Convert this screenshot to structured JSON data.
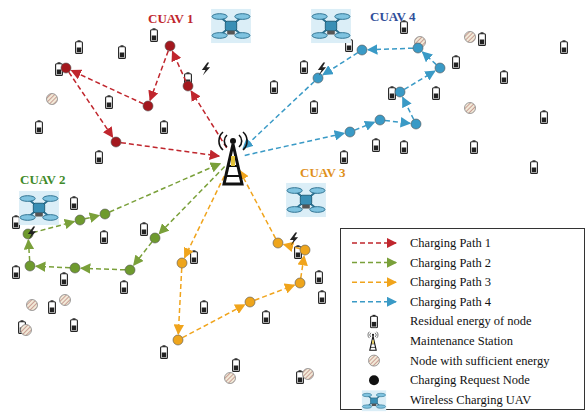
{
  "diagram": {
    "labels": [
      "CUAV 1",
      "CUAV 4",
      "CUAV 2",
      "CUAV 3"
    ],
    "legend": [
      {
        "text": "Charging Path 1"
      },
      {
        "text": "Charging Path 2"
      },
      {
        "text": "Charging Path 3"
      },
      {
        "text": "Charging Path 4"
      },
      {
        "text": "Residual energy of node"
      },
      {
        "text": "Maintenance Station"
      },
      {
        "text": "Node with sufficient energy"
      },
      {
        "text": "Charging Request Node"
      },
      {
        "text": "Wireless Charging UAV"
      }
    ]
  }
}
